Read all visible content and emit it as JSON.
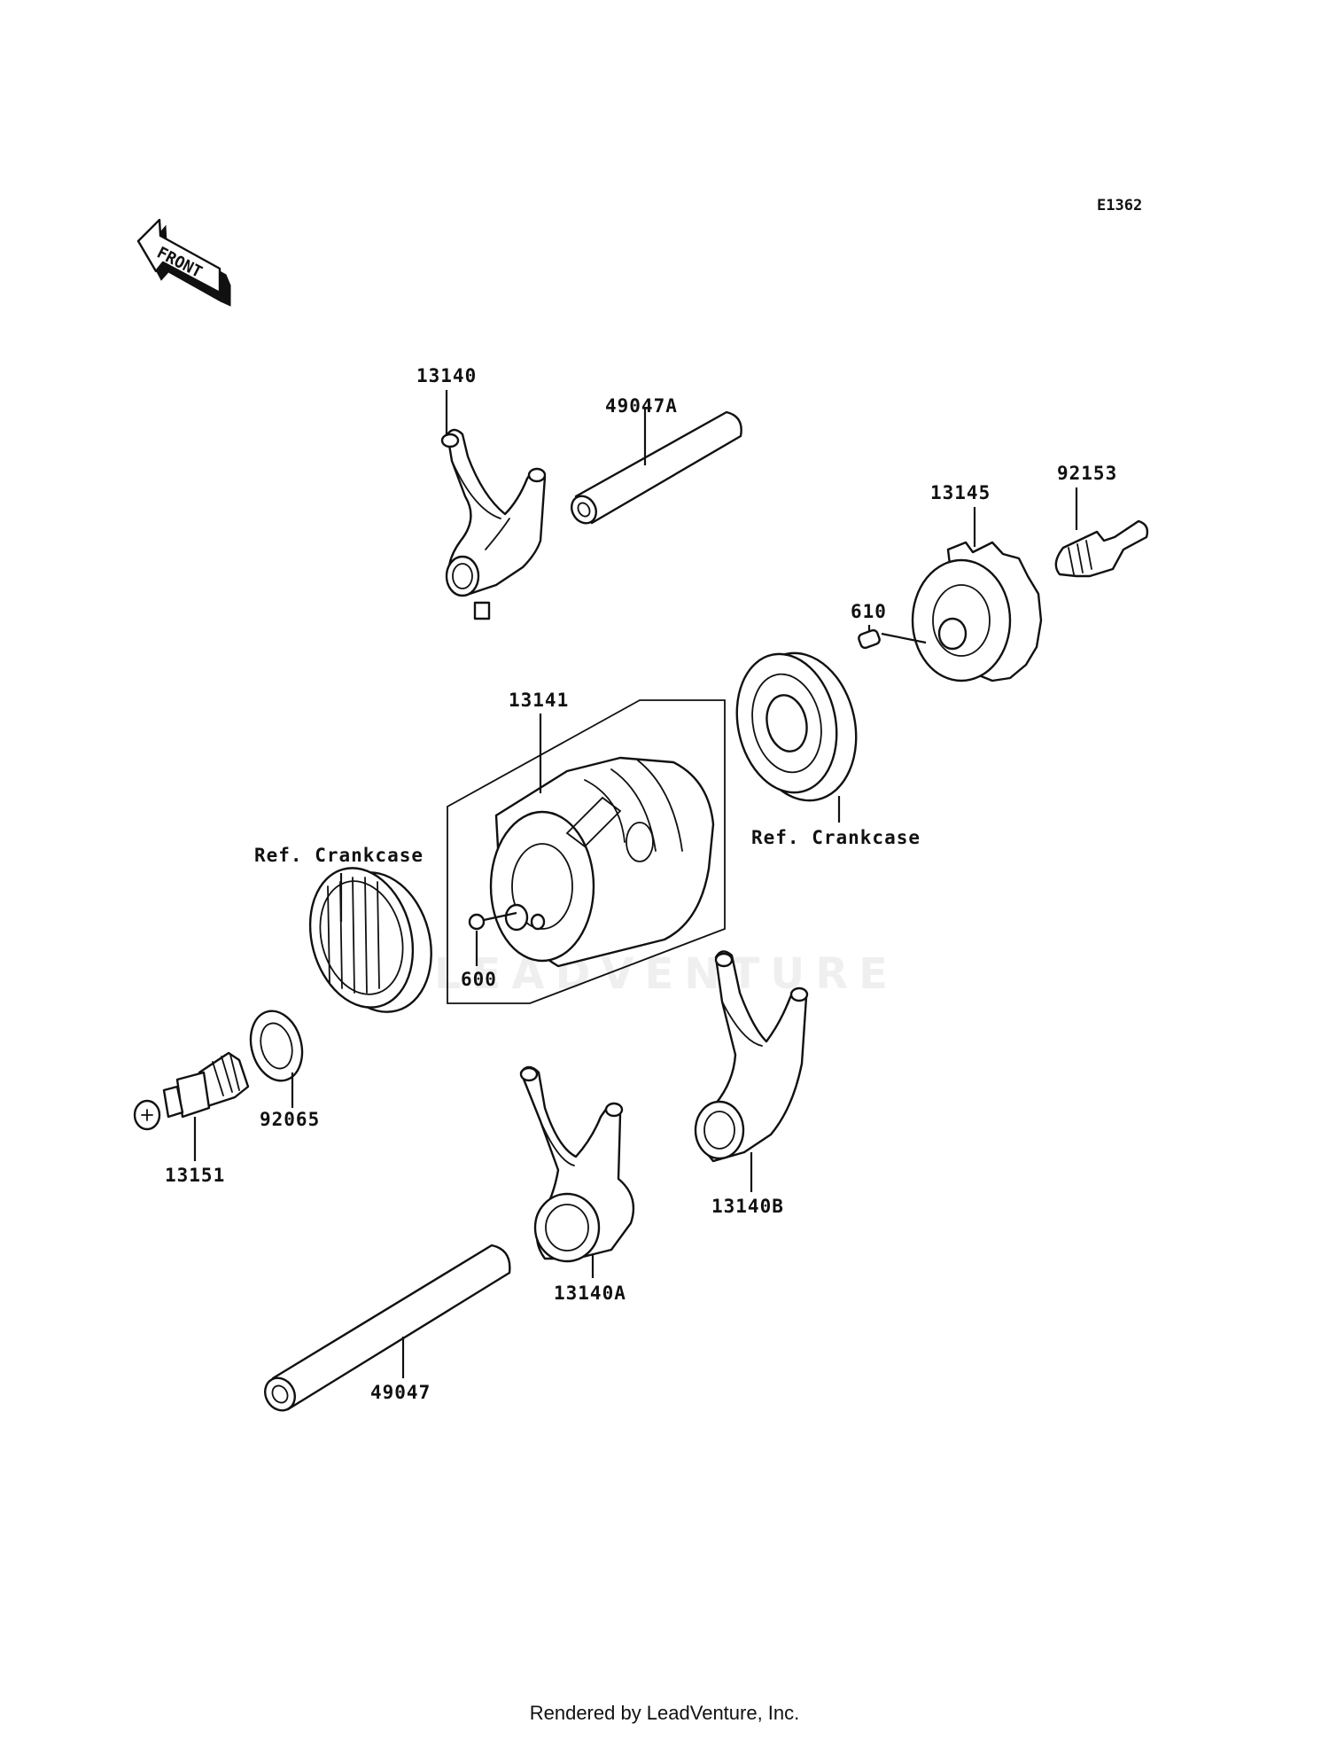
{
  "diagram_code": "E1362",
  "front_arrow_text": "FRONT",
  "watermark_text": "LEADVENTURE",
  "footer_text": "Rendered by LeadVenture, Inc.",
  "part_labels": {
    "fork_top": "13140",
    "shaft_top": "49047A",
    "cam_plate": "13145",
    "bolt": "92153",
    "pin_610": "610",
    "drum": "13141",
    "ref_crankcase_right": "Ref. Crankcase",
    "ref_crankcase_left": "Ref. Crankcase",
    "ball_600": "600",
    "washer": "92065",
    "switch": "13151",
    "fork_b": "13140B",
    "fork_a": "13140A",
    "shaft_bottom": "49047"
  }
}
